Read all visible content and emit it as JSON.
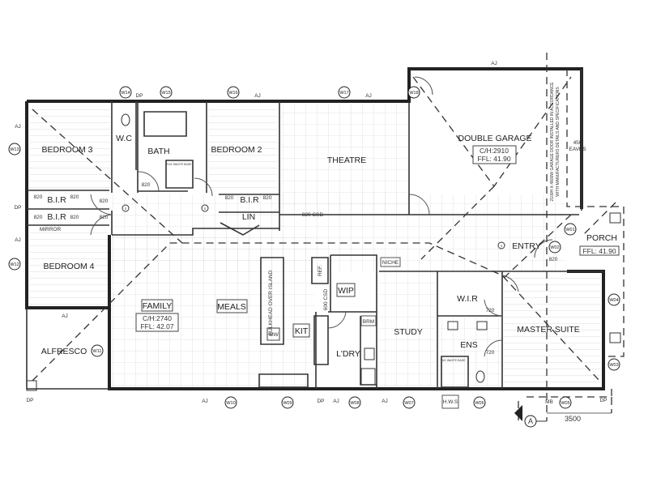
{
  "rooms": {
    "bedroom3": "BEDROOM 3",
    "wc": "W.C",
    "bath": "BATH",
    "bedroom2": "BEDROOM 2",
    "theatre": "THEATRE",
    "double_garage": "DOUBLE GARAGE",
    "bir1": "B.I.R",
    "bir2": "B.I.R",
    "bir3": "B.I.R",
    "lin": "LIN",
    "bedroom4": "BEDROOM 4",
    "family": "FAMILY",
    "meals": "MEALS",
    "kit": "KIT",
    "wip": "WIP",
    "ldry": "L'DRY",
    "study": "STUDY",
    "wir": "W.I.R",
    "ens": "ENS",
    "master_suite": "MASTER SUITE",
    "entry": "ENTRY",
    "porch": "PORCH",
    "alfresco": "ALFRESCO"
  },
  "levels": {
    "garage_ch": "C/H:2910",
    "garage_ffl": "FFL: 41.90",
    "family_ch": "C/H:2740",
    "family_ffl": "FFL: 42.07",
    "porch_ffl": "FFL: 41.90"
  },
  "windows": [
    "W14",
    "W15",
    "W16",
    "W17",
    "W18",
    "W13",
    "W12",
    "W11",
    "W10",
    "W09",
    "W08",
    "W07",
    "W06",
    "W05",
    "W04",
    "W03",
    "W02",
    "W01"
  ],
  "notes": {
    "aj": "AJ",
    "dp": "DP",
    "door820": "820",
    "door720": "720",
    "mirror": "MIRROR",
    "csd820": "820 CSD",
    "ref": "REF.",
    "csd600": "600 CSD",
    "niche": "NICHE",
    "brm": "BRM",
    "hws": "H.W.S",
    "mb": "MB",
    "dim3500": "3500",
    "eaves_dim": "450",
    "eaves": "EAVES",
    "bulkhead": "BULKHEAD OVER ISLAND",
    "mw": "MW",
    "smoke": "S",
    "section": "A",
    "garage_door": "2100H X 4800W GARAGE DOOR INSTALLED IN ACCORDANCE",
    "garage_door2": "WITH MANUFACTURERS DETAILS AND SPECIFICATIONS",
    "shower_base": "TILE WASTE BASE"
  }
}
